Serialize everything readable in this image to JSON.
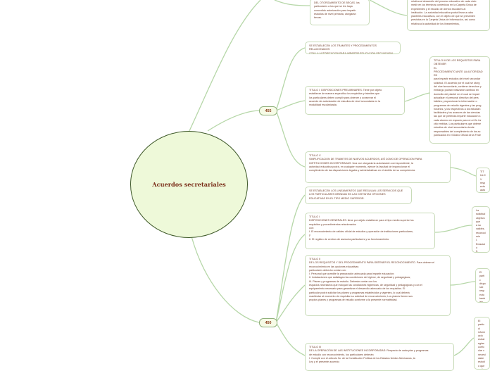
{
  "central_topic": "Acuerdos secretariales",
  "branches": [
    {
      "label": "455"
    },
    {
      "label": "450"
    }
  ],
  "topics": {
    "t_top_left": "DEL OTORGAMIENTO DE BECAS. los\nparticulares a los que se les haya\nconcedido autorización para impartir\nestudios de nivel primaria, otorgarán\nbecas.",
    "t_top_right": "relativa al desarrollo del proceso educativo de cada ciclo\nmedir en los términos contenidos en la Carpeta Única de\nexpedientes y el estudio de ciertos escolares al\ninstitución. La autoridad educativa podrá llevar a cabo\nplanteles educativos, con el objeto de que se presenten\nprevistos en la Carpeta Única de Información, así como\nrelativa a la autoridad de los lineamientos,",
    "t_455_head": "SE ESTABLECEN LOS TRAMITES Y PROCEDIMIENTOS RELACIONADOS\nCON LA AUTORIZACION PARA IMPARTIR EDUCACION SECUNDARIA",
    "t_455_title1": "TITULO I. DISPOSICIONES PRELIMINARES. Tiene por objeto\nestablecer de manera específica los requisitos y trámites que\nlos particulares deben cumplir para obtener y conservar el\nacuerdo de autorización de estudios de nivel secundaria en la\nmodalidad escolarizada.",
    "t_455_right": "TITULO III DE LOS REQUISITOS PARA OBTENER\nEL\nPROCEDIMIENTO ANTE LA AUTORIDAD ED\npara impartir estudios del nivel secundar\nsolicitud. El acuerdo por el cual se otorg\ndel nivel secundaria, contiene derechos y\nembargo podrán realizarse cambios en\ndomicilio del plantel en el cual se impart\nactualizar el personal directivo del pers\nhábiles; proporcionar la información o\nprogramas de estudio vigentes y las prog\nhorarios, y los respectivos a los estudian\nfacilidades y los avances de las ciencias\nlas que se pretenda impartir educación s\ncada alumno en espacio para en el fin fur\ncitó emblica. Los particulares que obtene\nestudios de nivel secundaria donde\nresponsables del cumplimiento de los ac\npublicados en el Diario Oficial de la Fede",
    "t_455_title5": "TITULO V\nSIMPLIFICACION DE TRAMITES DE NUEVOS ACUERDOS, ASÍ COMO DE OPERACION PARA\nINSTITUCIONES INCORPORADAS. Una vez otorgada la autorización correspondiente, la\nautoridad educativa podrá, en cualquier momento, ejercer la facultad de inspeccionar el\ncumplimiento de las disposiciones legales y administrativas en el ámbito de su competencia.",
    "t_455_title5b": "TITULO V\nrespecto\nautorizac\nsolicitu",
    "t_450_head": "SE ESTABLECEN LOS LINEAMIENTOS QUE REGULAN LOS SERVICIOS QUE\nLOS PARTICULARES BRINDAN EN LAS DISTINTAS OPCIONES\nEDUCATIVAS EN EL TIPO MEDIO SUPERIOR.",
    "t_450_title1": "TITULO I\nDISPOSICIONES GENERALES: tiene por objeto establecer para el tipo medio superior los\nrequisitos y procedimientos relacionados\ncon:\nI. El reconocimiento de validez oficial de estudios y operación de instituciones particulares,\ny\nII. El registro de centros de asesoría particulares y su funcionamiento.",
    "t_450_right1": "La solicitud\nobjetivo que\na su validez,\nreconocimie\nI. Educació\nII. Educaci\nIII. Educaci\nIV. Educaci\nV. Educació",
    "t_450_title2": "TITULO II\nDE LOS REQUISITOS Y DEL PROCEDIMIENTO PARA OBTENER EL RECONOCIMIENTO. Para obtener el\nreconocimiento en las opciones educativas\nparticulares deberán contar con:\nI. Personal que acredite la preparación adecuada para impartir educación;\nII. Instalaciones que satisfagan las condiciones de higiene, de seguridad y pedagógicas;\nIII. Planes y programas de estudio. Deberán contar con los\nespacios necesarios que incluyan las condiciones higiénicas, de seguridad y pedagógicas y con el\nequipamiento necesario para garantizar el desarrollo adecuado de los requisitos. El\nparticular podrá solicitar los planes y programas establecidos y vigentes, lo cual deberá\nmanifestar al momento de requisitar su solicitud de reconocimiento; Los planes tienen sus\npropios planes y programas de estudio conforme a la presente normatividad.",
    "t_450_right2": "El partic\ndisposici\nrespecto\ntambién\nactualiz\nSecretar",
    "t_450_title3": "TITULO III\nDE LA OPERACIÓN DE LAS INSTITUCIONES INCORPORADAS: Respecto de cada plan y programas\nde estudio con reconocimiento, los particulares deberán:\nI. Cumplir con el artículo 3o. de la Constitución Política de los Estados Unidos Mexicanos, la\nLey y el presente acuerdo;",
    "t_450_right3": "El particul\ninformació\nestrategias\ncurricular c\nnecesidade\nestudio que\nparticulare\nsucesos, s\nautoridade\ninformació"
  }
}
